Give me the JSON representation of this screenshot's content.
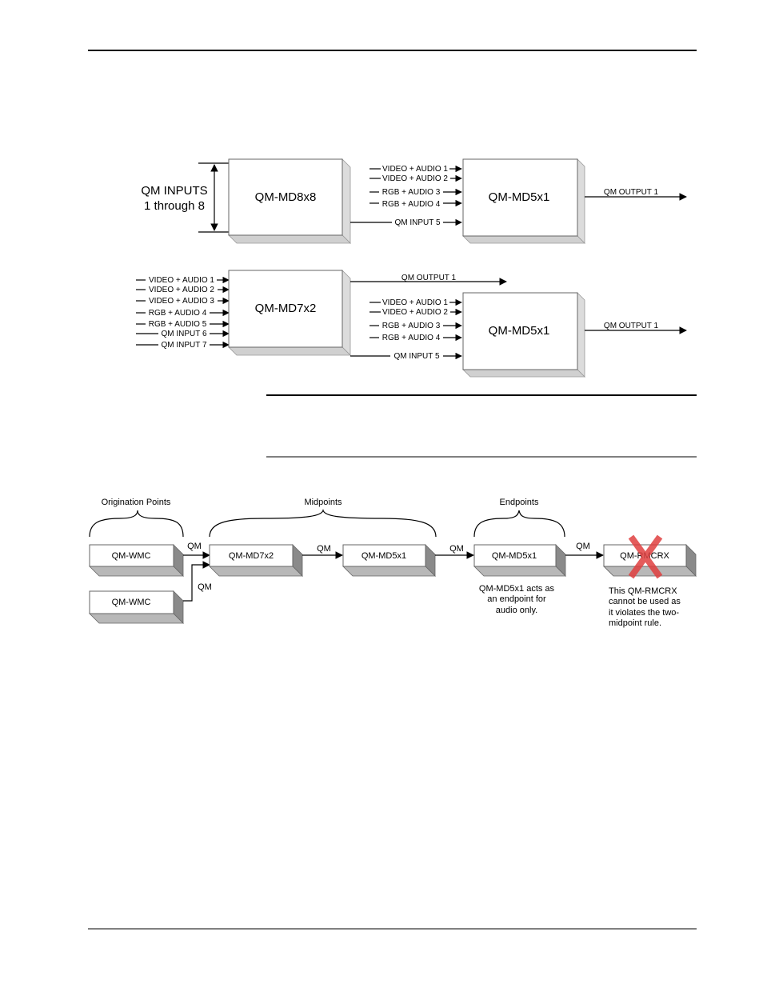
{
  "diagram1": {
    "inputs_label_line1": "QM INPUTS",
    "inputs_label_line2": "1 through 8",
    "left_box": "QM-MD8x8",
    "right_box": "QM-MD5x1",
    "right_inputs": [
      "VIDEO + AUDIO 1",
      "VIDEO + AUDIO 2",
      "RGB + AUDIO 3",
      "RGB + AUDIO 4",
      "QM INPUT 5"
    ],
    "output": "QM OUTPUT 1"
  },
  "diagram2": {
    "left_box": "QM-MD7x2",
    "left_inputs": [
      "VIDEO + AUDIO 1",
      "VIDEO + AUDIO 2",
      "VIDEO + AUDIO 3",
      "RGB + AUDIO 4",
      "RGB + AUDIO 5",
      "QM INPUT 6",
      "QM INPUT 7"
    ],
    "left_output": "QM OUTPUT 1",
    "right_box": "QM-MD5x1",
    "right_inputs": [
      "VIDEO + AUDIO 1",
      "VIDEO + AUDIO 2",
      "RGB + AUDIO 3",
      "RGB + AUDIO 4",
      "QM INPUT 5"
    ],
    "output": "QM OUTPUT 1"
  },
  "diagram3": {
    "origination_label": "Origination Points",
    "midpoints_label": "Midpoints",
    "endpoints_label": "Endpoints",
    "wmc1": "QM-WMC",
    "wmc2": "QM-WMC",
    "md7x2": "QM-MD7x2",
    "md5x1_mid": "QM-MD5x1",
    "md5x1_end": "QM-MD5x1",
    "rmcrx": "QM-RMCRX",
    "qm_labels": [
      "QM",
      "QM",
      "QM",
      "QM",
      "QM"
    ],
    "md5x1_note": [
      "QM-MD5x1 acts as",
      "an endpoint for",
      "audio only."
    ],
    "rmcrx_note": [
      "This QM-RMCRX",
      "cannot be used as",
      "it violates the two-",
      "midpoint rule."
    ],
    "x_color": "#e04040"
  }
}
